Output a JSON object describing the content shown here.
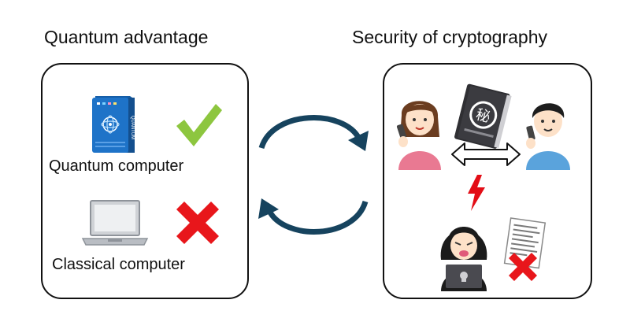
{
  "left_panel": {
    "title": "Quantum advantage",
    "quantum_label": "Quantum computer",
    "classical_label": "Classical computer",
    "device_text": "QUANTUM"
  },
  "right_panel": {
    "title": "Security of cryptography",
    "secret_symbol": "秘"
  },
  "colors": {
    "quantum_blue": "#1e73c8",
    "check_green": "#8dc63f",
    "cross_red": "#e8161b",
    "arrow_navy": "#16435e",
    "woman_shirt": "#e97992",
    "man_shirt": "#5aa3dc",
    "bolt_red": "#e30d16"
  },
  "icons": [
    "quantum-computer-icon",
    "check-icon",
    "laptop-icon",
    "cross-icon",
    "cycle-arrows",
    "woman-phone-icon",
    "man-phone-icon",
    "secret-book-icon",
    "double-arrow-icon",
    "lightning-icon",
    "hacker-icon",
    "document-icon"
  ]
}
